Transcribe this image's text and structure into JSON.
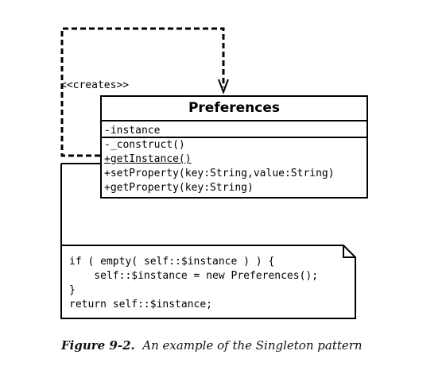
{
  "relationship_label": "<<creates>>",
  "class": {
    "name": "Preferences",
    "attributes": [
      "-instance"
    ],
    "operations": [
      "-_construct()",
      "+getInstance()",
      "+setProperty(key:String,value:String)",
      "+getProperty(key:String)"
    ]
  },
  "note": {
    "code_lines": [
      "if ( empty( self::$instance ) ) {",
      "    self::$instance = new Preferences();",
      "}",
      "return self::$instance;"
    ]
  },
  "caption": {
    "figure": "Figure 9-2.",
    "text": "An example of the Singleton pattern"
  }
}
